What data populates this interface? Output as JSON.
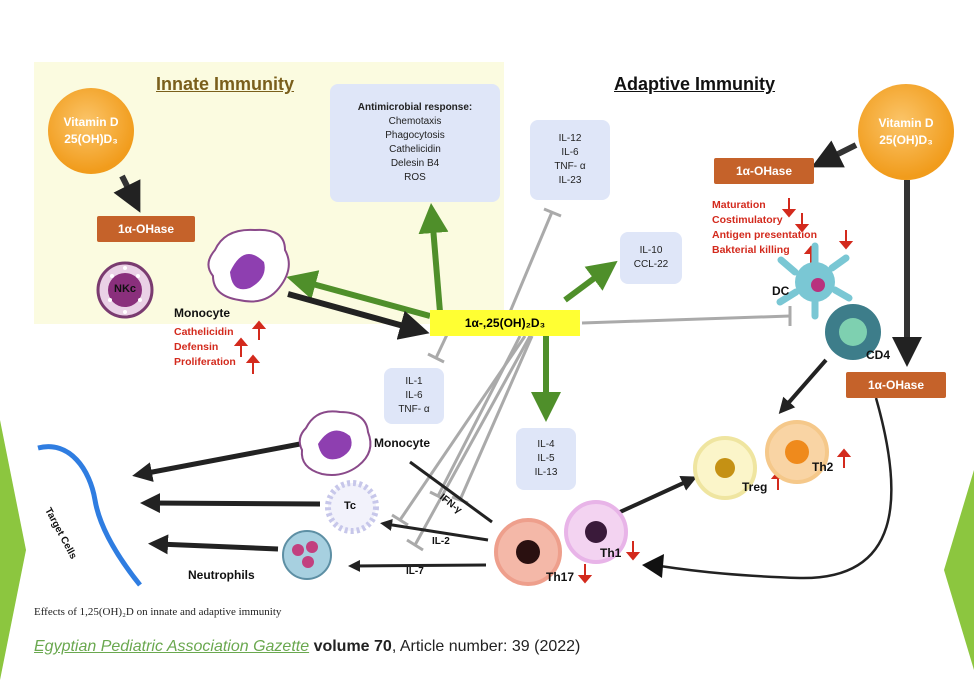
{
  "sections": {
    "innate": "Innate Immunity",
    "adaptive": "Adaptive Immunity"
  },
  "vitamin_d": {
    "line1": "Vitamin D",
    "line2": "25(OH)D₃"
  },
  "enzyme": "1α-OHase",
  "center": "1α-,25(OH)₂D₃",
  "antimicrobial": {
    "title": "Antimicrobial response:",
    "items": [
      "Chemotaxis",
      "Phagocytosis",
      "Cathelicidin",
      "Delesin B4",
      "ROS"
    ]
  },
  "cytokine_boxes": {
    "inhibited_top": [
      "IL-12",
      "IL-6",
      "TNF- α",
      "IL-23"
    ],
    "induced_right": [
      "IL-10",
      "CCL-22"
    ],
    "inhibited_left": [
      "IL-1",
      "IL-6",
      "TNF- α"
    ],
    "induced_bottom": [
      "IL-4",
      "IL-5",
      "IL-13"
    ]
  },
  "cells": {
    "nkc": "NKc",
    "monocyte_top": "Monocyte",
    "monocyte_bottom": "Monocyte",
    "tc": "Tc",
    "neutrophils": "Neutrophils",
    "dc": "DC",
    "cd4": "CD4",
    "treg": "Treg",
    "th2": "Th2",
    "th1": "Th1",
    "th17": "Th17",
    "target": "Target Cells"
  },
  "monocyte_effects": [
    "Cathelicidin",
    "Defensin",
    "Proliferation"
  ],
  "dc_effects": [
    "Maturation",
    "Costimulatory",
    "Antigen presentation",
    "Bakterial killing"
  ],
  "cytokine_labels": {
    "ifn": "IFN-γ",
    "il2": "IL-2",
    "il7": "IL-7"
  },
  "caption": "Effects of 1,25(OH)₂D on innate and adaptive immunity",
  "citation": {
    "journal": "Egyptian Pediatric Association Gazette",
    "volume": "volume 70",
    "rest": ", Article number: 39 (2022)"
  },
  "colors": {
    "green_arrow": "#4f8f2a",
    "black_arrow": "#222222",
    "gray_inhibit": "#aaaaaa",
    "red": "#d32a1d",
    "enzyme": "#c5622a",
    "center": "#ffff33"
  }
}
